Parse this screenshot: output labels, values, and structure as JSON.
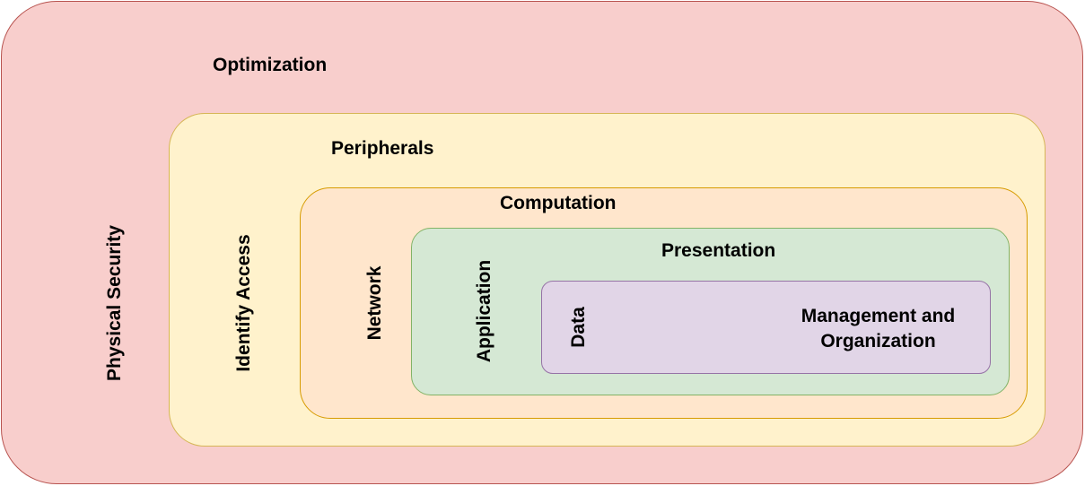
{
  "colors": {
    "optimization_fill": "#f8cecc",
    "optimization_stroke": "#b85450",
    "peripherals_fill": "#fff2cc",
    "peripherals_stroke": "#d6b656",
    "computation_fill": "#ffe6cc",
    "computation_stroke": "#d79b00",
    "presentation_fill": "#d5e8d4",
    "presentation_stroke": "#82b366",
    "data_fill": "#e1d5e7",
    "data_stroke": "#9673a6"
  },
  "layers": {
    "optimization": {
      "title": "Optimization",
      "side_label": "Physical Security"
    },
    "peripherals": {
      "title": "Peripherals",
      "side_label": "Identify Access"
    },
    "computation": {
      "title": "Computation",
      "side_label": "Network"
    },
    "presentation": {
      "title": "Presentation",
      "side_label": "Application"
    },
    "data": {
      "title": "Management and Organization",
      "side_label": "Data"
    }
  }
}
